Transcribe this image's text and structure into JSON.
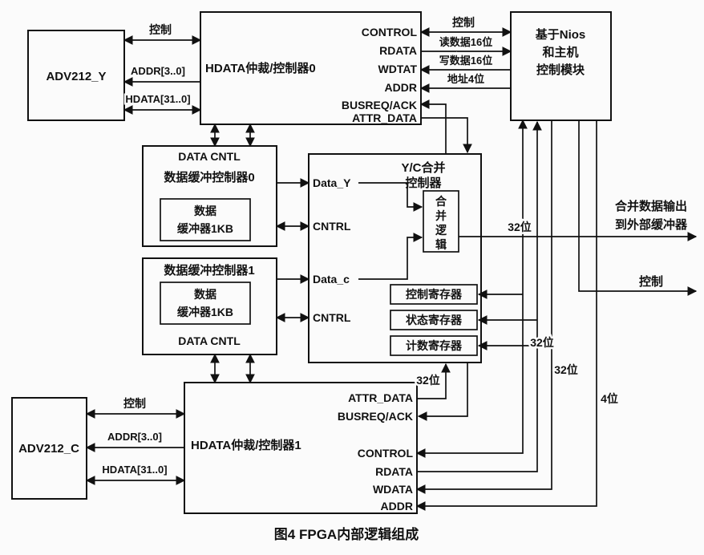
{
  "figure": {
    "caption": "图4  FPGA内部逻辑组成"
  },
  "colors": {
    "ink": "#111111",
    "background": "#fbfbfb"
  },
  "boxes": {
    "adv212_y": "ADV212_Y",
    "adv212_c": "ADV212_C",
    "ctrl0_title": "HDATA仲裁/控制器0",
    "ctrl1_title": "HDATA仲裁/控制器1",
    "nios": {
      "line1": "基于Nios",
      "line2": "和主机",
      "line3": "控制模块"
    },
    "buf0": {
      "cntl": "DATA CNTL",
      "title": "数据缓冲控制器0",
      "inner1": "数据",
      "inner2": "缓冲器1KB"
    },
    "buf1": {
      "title": "数据缓冲控制器1",
      "inner1": "数据",
      "inner2": "缓冲器1KB",
      "cntl": "DATA CNTL"
    },
    "yc": {
      "title1": "Y/C合并",
      "title2": "控制器",
      "data_y": "Data_Y",
      "cntrl_top": "CNTRL",
      "data_c": "Data_c",
      "cntrl_bottom": "CNTRL",
      "merge": [
        "合",
        "并",
        "逻",
        "辑"
      ],
      "reg_ctrl": "控制寄存器",
      "reg_status": "状态寄存器",
      "reg_count": "计数寄存器"
    }
  },
  "ports0": {
    "control": "CONTROL",
    "rdata": "RDATA",
    "wdtat": "WDTAT",
    "addr": "ADDR",
    "busreq": "BUSREQ/ACK",
    "attr": "ATTR_DATA"
  },
  "ports1": {
    "attr": "ATTR_DATA",
    "busreq": "BUSREQ/ACK",
    "control": "CONTROL",
    "rdata": "RDATA",
    "wdata": "WDATA",
    "addr": "ADDR"
  },
  "buslabels": {
    "ctrl_y": "控制",
    "addr_y": "ADDR[3..0]",
    "hdata_y": "HDATA[31..0]",
    "ctrl_c": "控制",
    "addr_c": "ADDR[3..0]",
    "hdata_c": "HDATA[31..0]",
    "ctrl_nios": "控制",
    "read16": "读数据16位",
    "write16": "写数据16位",
    "addr4": "地址4位",
    "bits32_out": "32位",
    "merged1": "合并数据输出",
    "merged2": "到外部缓冲器",
    "ctrl_out": "控制",
    "bits32_attr": "32位",
    "bits32_b": "32位",
    "bits32_c": "32位",
    "bits4": "4位"
  }
}
